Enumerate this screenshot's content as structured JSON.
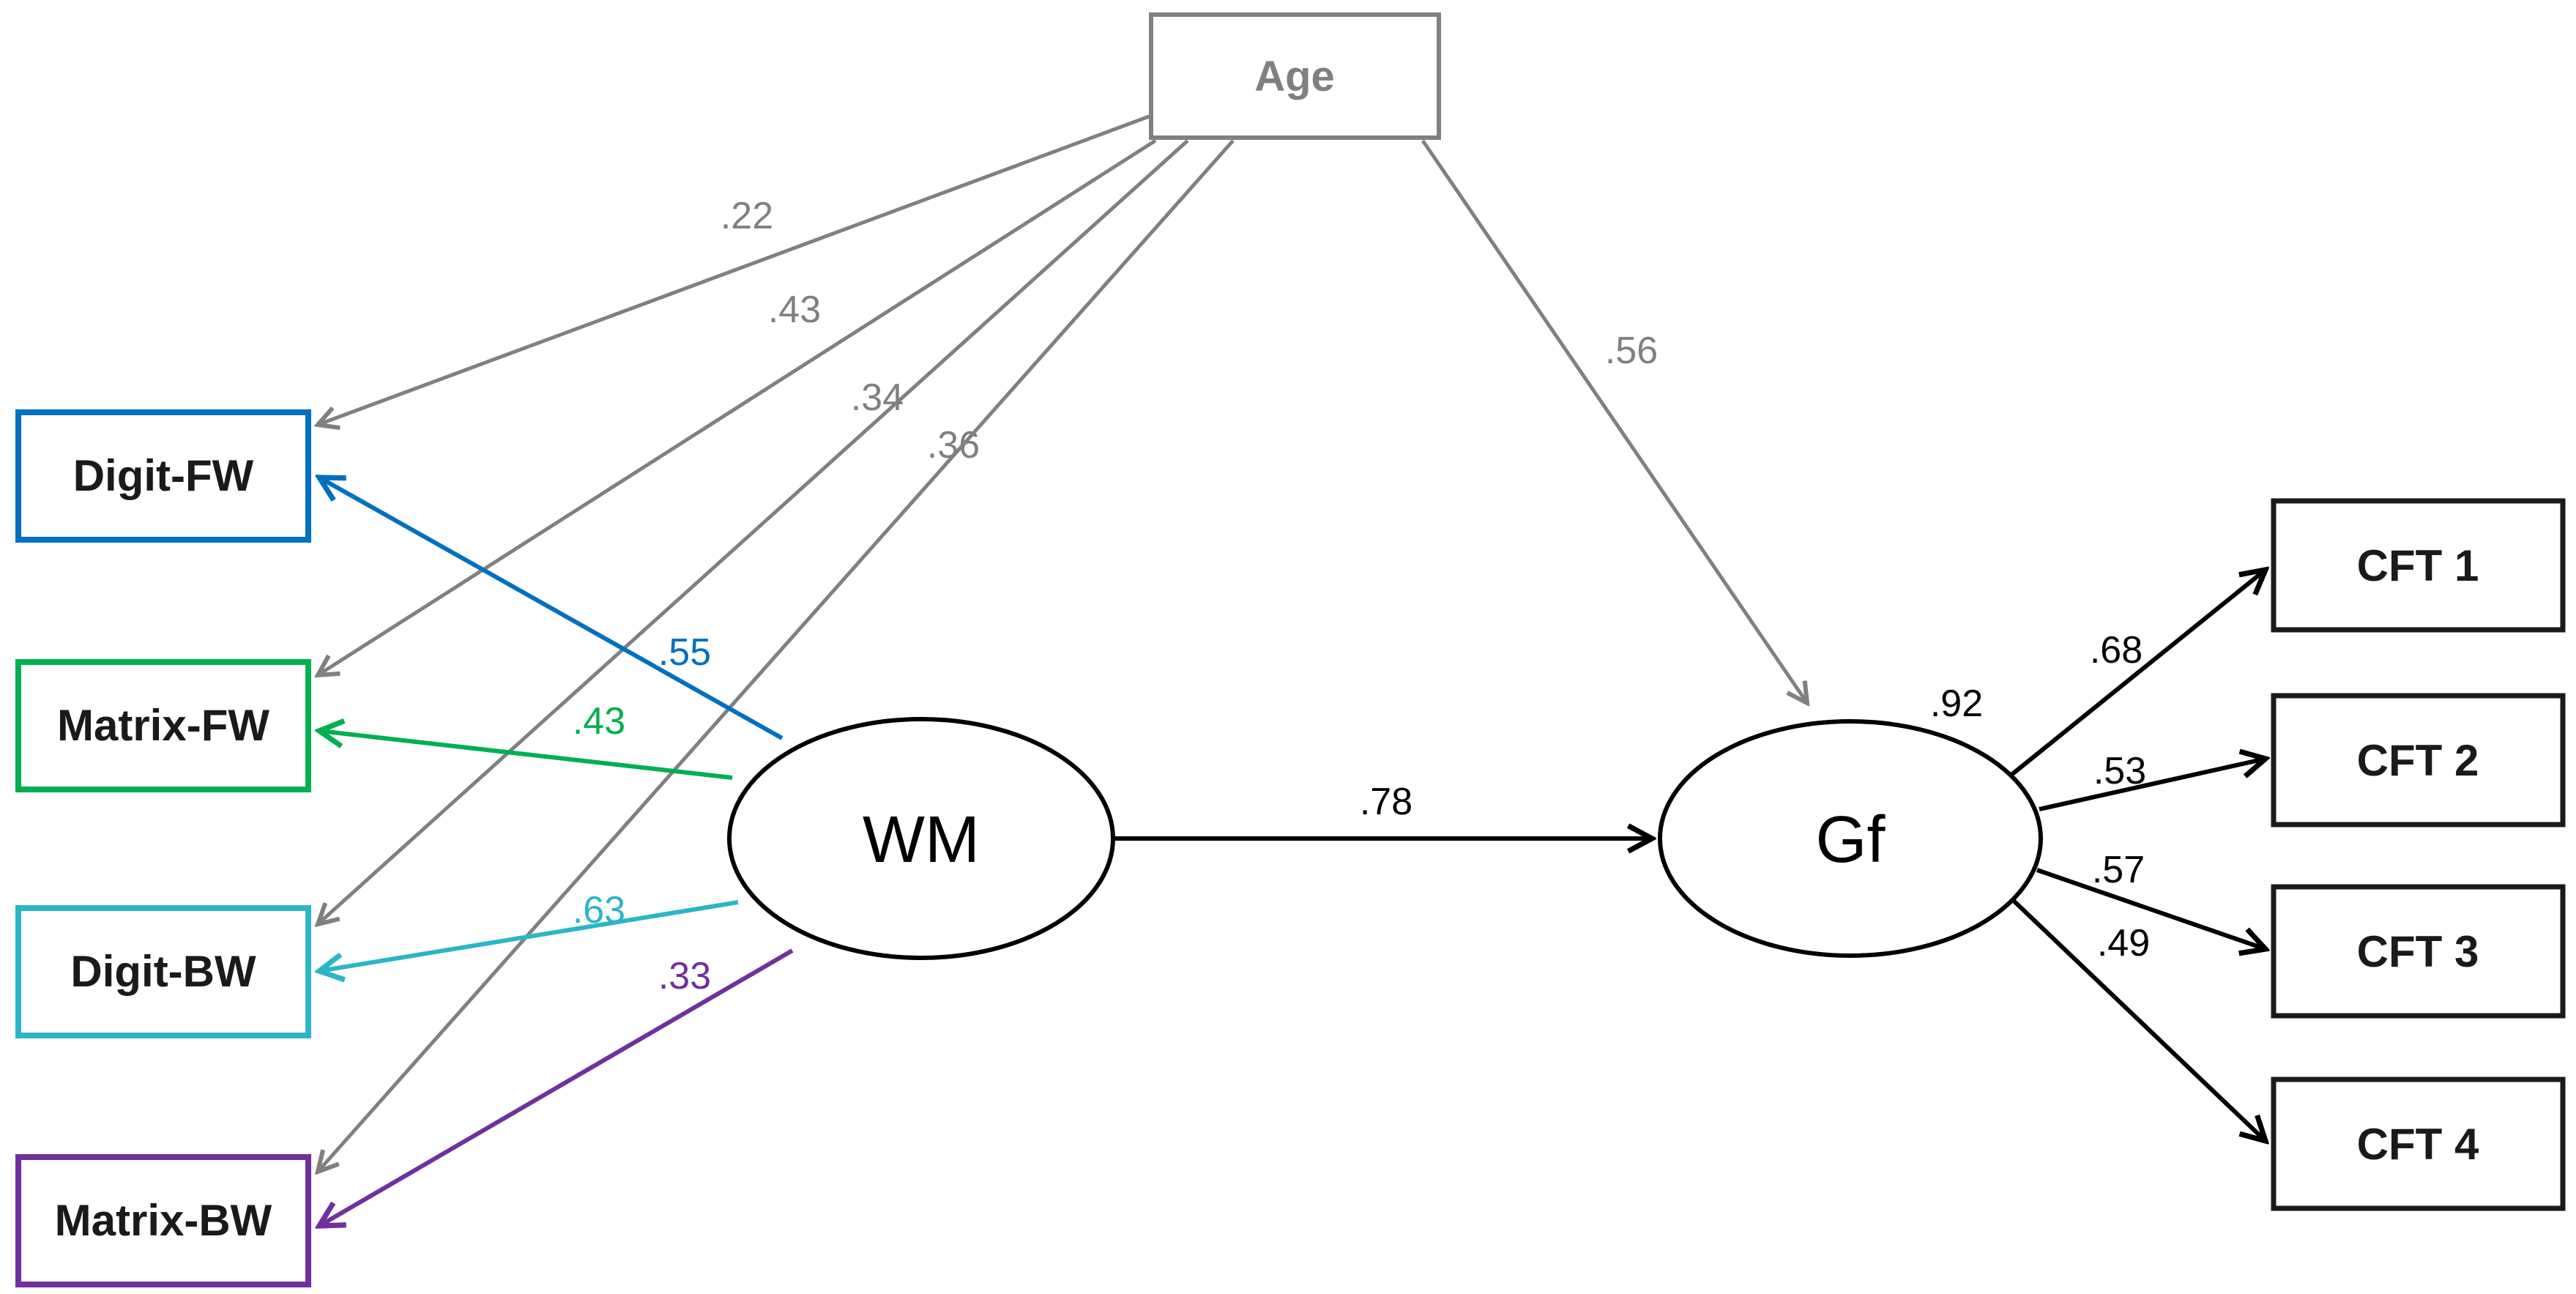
{
  "diagram": {
    "kind": "structural-equation-model-path-diagram",
    "colors": {
      "gray": "#808080",
      "blue": "#0070C0",
      "green": "#00B050",
      "cyan": "#2BB5C9",
      "purple": "#7030A0",
      "black": "#000000",
      "background": "#FFFFFF"
    },
    "nodes": {
      "age": {
        "label": "Age",
        "shape": "rectangle",
        "border_color": "#808080"
      },
      "wm": {
        "label": "WM",
        "shape": "ellipse",
        "border_color": "#000000"
      },
      "gf": {
        "label": "Gf",
        "shape": "ellipse",
        "border_color": "#000000"
      },
      "digit_fw": {
        "label": "Digit-FW",
        "shape": "rectangle",
        "border_color": "#0070C0"
      },
      "matrix_fw": {
        "label": "Matrix-FW",
        "shape": "rectangle",
        "border_color": "#00B050"
      },
      "digit_bw": {
        "label": "Digit-BW",
        "shape": "rectangle",
        "border_color": "#2BB5C9"
      },
      "matrix_bw": {
        "label": "Matrix-BW",
        "shape": "rectangle",
        "border_color": "#7030A0"
      },
      "cft1": {
        "label": "CFT 1",
        "shape": "rectangle",
        "border_color": "#1A1A1A"
      },
      "cft2": {
        "label": "CFT 2",
        "shape": "rectangle",
        "border_color": "#1A1A1A"
      },
      "cft3": {
        "label": "CFT 3",
        "shape": "rectangle",
        "border_color": "#1A1A1A"
      },
      "cft4": {
        "label": "CFT 4",
        "shape": "rectangle",
        "border_color": "#1A1A1A"
      }
    },
    "edges": {
      "age_digit_fw": {
        "from": "Age",
        "to": "Digit-FW",
        "label": ".22",
        "color": "#808080"
      },
      "age_matrix_fw": {
        "from": "Age",
        "to": "Matrix-FW",
        "label": ".43",
        "color": "#808080"
      },
      "age_digit_bw": {
        "from": "Age",
        "to": "Digit-BW",
        "label": ".34",
        "color": "#808080"
      },
      "age_matrix_bw": {
        "from": "Age",
        "to": "Matrix-BW",
        "label": ".36",
        "color": "#808080"
      },
      "age_gf": {
        "from": "Age",
        "to": "Gf",
        "label": ".56",
        "color": "#808080"
      },
      "wm_digit_fw": {
        "from": "WM",
        "to": "Digit-FW",
        "label": ".55",
        "color": "#0070C0"
      },
      "wm_matrix_fw": {
        "from": "WM",
        "to": "Matrix-FW",
        "label": ".43",
        "color": "#00B050"
      },
      "wm_digit_bw": {
        "from": "WM",
        "to": "Digit-BW",
        "label": ".63",
        "color": "#2BB5C9"
      },
      "wm_matrix_bw": {
        "from": "WM",
        "to": "Matrix-BW",
        "label": ".33",
        "color": "#7030A0"
      },
      "wm_gf": {
        "from": "WM",
        "to": "Gf",
        "label": ".78",
        "color": "#000000"
      },
      "gf_variance": {
        "from": "Gf",
        "to": "Gf",
        "label": ".92",
        "color": "#000000"
      },
      "gf_cft1": {
        "from": "Gf",
        "to": "CFT 1",
        "label": ".68",
        "color": "#000000"
      },
      "gf_cft2": {
        "from": "Gf",
        "to": "CFT 2",
        "label": ".53",
        "color": "#000000"
      },
      "gf_cft3": {
        "from": "Gf",
        "to": "CFT 3",
        "label": ".57",
        "color": "#000000"
      },
      "gf_cft4": {
        "from": "Gf",
        "to": "CFT 4",
        "label": ".49",
        "color": "#000000"
      }
    }
  }
}
